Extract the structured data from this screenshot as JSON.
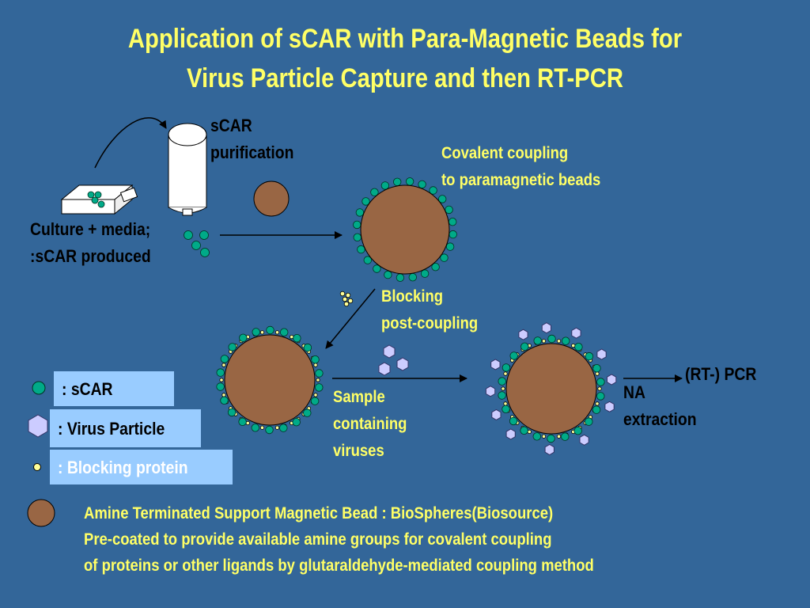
{
  "title": {
    "line1": "Application of sCAR with Para-Magnetic Beads for",
    "line2": "Virus Particle Capture and then RT-PCR"
  },
  "labels": {
    "scar_purification_1": "sCAR",
    "scar_purification_2": "purification",
    "culture_1": "Culture + media;",
    "culture_2": ":sCAR produced",
    "covalent_1": "Covalent coupling",
    "covalent_2": "to paramagnetic beads",
    "blocking_1": "Blocking",
    "blocking_2": "post-coupling",
    "sample_1": "Sample",
    "sample_2": "containing",
    "sample_3": "viruses",
    "na_1": "NA",
    "na_2": "extraction",
    "rtpcr": "(RT-) PCR"
  },
  "legend": {
    "scar": ": sCAR",
    "virus": ": Virus Particle",
    "blocking": ": Blocking protein"
  },
  "footer": {
    "line1": "Amine Terminated Support Magnetic Bead : BioSpheres(Biosource)",
    "line2": "Pre-coated to provide available amine groups for covalent coupling",
    "line3": "of proteins or other ligands by glutaraldehyde-mediated coupling method"
  },
  "colors": {
    "background": "#336699",
    "title": "#ffff66",
    "bead": "#996644",
    "scar": "#00aa88",
    "virus": "#ccccff",
    "blocking": "#ffff99",
    "legend_box": "#99ccff"
  }
}
